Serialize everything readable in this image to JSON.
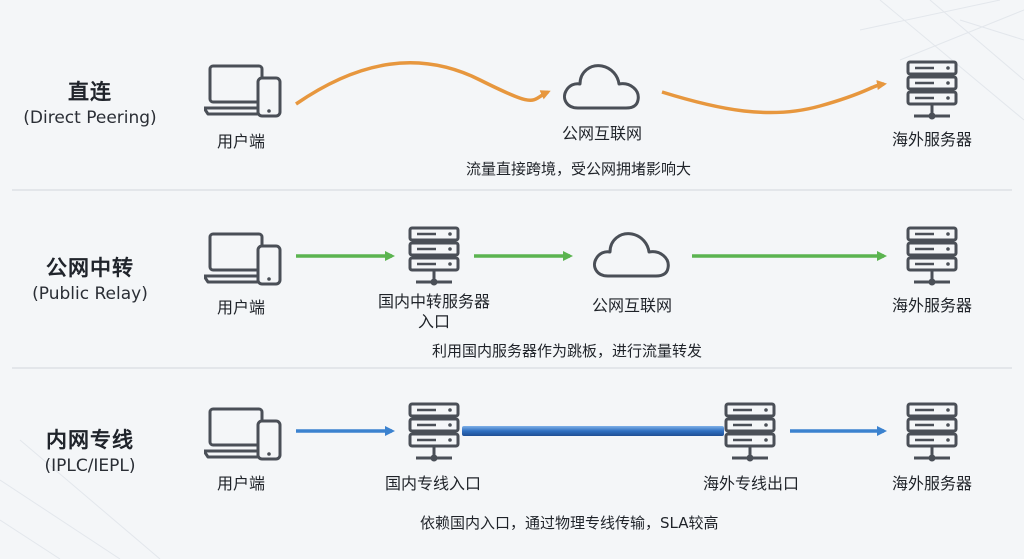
{
  "rows": [
    {
      "title": "直连",
      "subtitle": "(Direct Peering)",
      "nodes": [
        "用户端",
        "公网互联网",
        "海外服务器"
      ],
      "note": "流量直接跨境，受公网拥堵影响大",
      "color": "#e7973e"
    },
    {
      "title": "公网中转",
      "subtitle": "(Public Relay)",
      "nodes": [
        "用户端",
        "国内中转服务器\n入口",
        "公网互联网",
        "海外服务器"
      ],
      "note": "利用国内服务器作为跳板，进行流量转发",
      "color": "#5bb450"
    },
    {
      "title": "内网专线",
      "subtitle": "(IPLC/IEPL)",
      "nodes": [
        "用户端",
        "国内专线入口",
        "海外专线出口",
        "海外服务器"
      ],
      "note": "依赖国内入口，通过物理专线传输，SLA较高",
      "color": "#3b82cf"
    }
  ],
  "icons": [
    "laptop-phone-icon",
    "cloud-icon",
    "server-icon"
  ]
}
